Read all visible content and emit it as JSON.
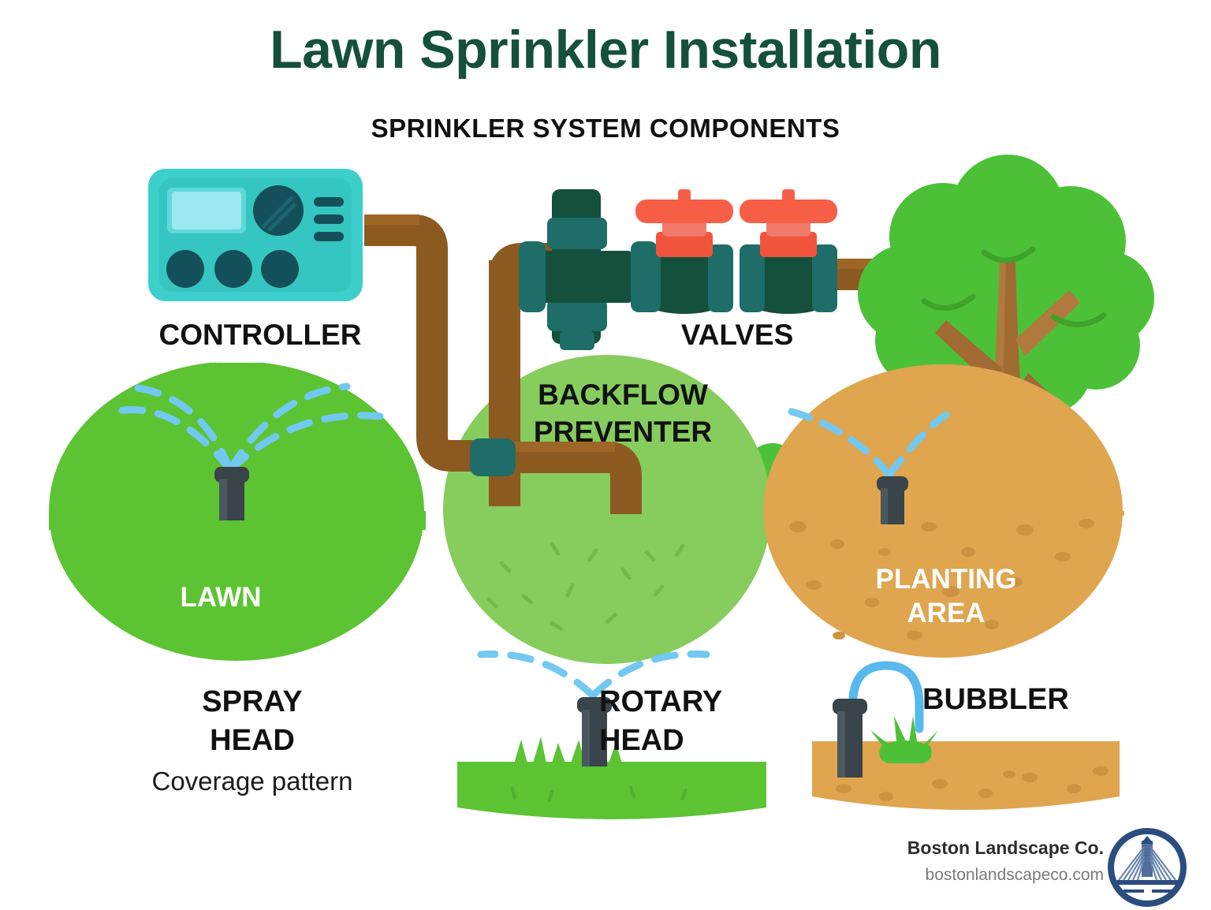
{
  "header": {
    "title": "Lawn Sprinkler Installation",
    "subtitle": "SPRINKLER SYSTEM COMPONENTS"
  },
  "labels": {
    "controller": "CONTROLLER",
    "valves": "VALVES",
    "backflow_preventer": "BACKFLOW\nPREVENTER",
    "spray_head": "SPRAY\nHEAD",
    "coverage_pattern": "Coverage pattern",
    "rotary_head": "ROTARY\nHEAD",
    "bubbler": "BUBBLER"
  },
  "zones": [
    {
      "name": "lawn",
      "label": "LAWN",
      "color": "#5CC333"
    },
    {
      "name": "mid-turf",
      "label": "",
      "color": "#86CD5E"
    },
    {
      "name": "planting-area",
      "label": "PLANTING\nAREA",
      "color": "#DFA54F"
    }
  ],
  "components": {
    "controller": {
      "body_color": "#3DCFCB",
      "panel_color": "#35C6C2",
      "screen_color": "#9BE8EF",
      "knob_color": "#14505A"
    },
    "pipe": {
      "color": "#8C5A20",
      "fitting_color": "#1E6D68"
    },
    "backflow": {
      "body_color": "#14503C",
      "flange_color": "#1E6D68"
    },
    "valve": {
      "body_color": "#14503C",
      "handle_color": "#F0553C",
      "bonnet_color": "#F2786A"
    },
    "sprinkler_head": {
      "color": "#39444B",
      "highlight": "#4A575F"
    },
    "water": {
      "color": "#73C8F0",
      "bubbler_color": "#57B9EC"
    },
    "tree": {
      "canopy_color": "#4CC137",
      "trunk_color": "#A06A32"
    },
    "bush": {
      "color": "#4CC137"
    }
  },
  "footer": {
    "company": "Boston Landscape Co.",
    "website": "bostonlandscapeco.com",
    "logo_name": "bridge-logo",
    "logo_color": "#2B4C7E"
  }
}
